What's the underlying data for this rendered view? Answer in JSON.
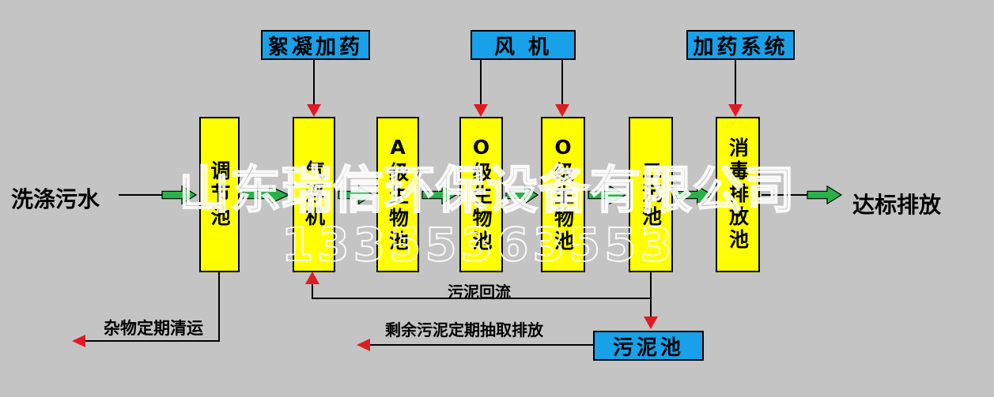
{
  "colors": {
    "background": "#c4c4c4",
    "blue_box": "#18a0e8",
    "yellow_box": "#ffff00",
    "green_arrow": "#2ab24a",
    "red_arrow": "#e01b22",
    "line": "#000000"
  },
  "inlet_label": "洗涤污水",
  "outlet_label": "达标排放",
  "top_boxes": [
    {
      "label": "絮凝加药"
    },
    {
      "label": "风  机"
    },
    {
      "label": "加药系统"
    }
  ],
  "process_boxes": [
    {
      "label": "调节池"
    },
    {
      "label": "气浮机"
    },
    {
      "label": "A级生物池"
    },
    {
      "label": "O级生物池"
    },
    {
      "label": "O级生物池"
    },
    {
      "label": "二沉池"
    },
    {
      "label": "消毒排放池"
    }
  ],
  "sludge_tank_label": "污泥池",
  "flow_labels": {
    "debris": "杂物定期清运",
    "sludge_return": "污泥回流",
    "excess_sludge": "剩余污泥定期抽取排放"
  },
  "watermark": {
    "company": "山东瑞信环保设备有限公司",
    "phone": "13355363553"
  }
}
